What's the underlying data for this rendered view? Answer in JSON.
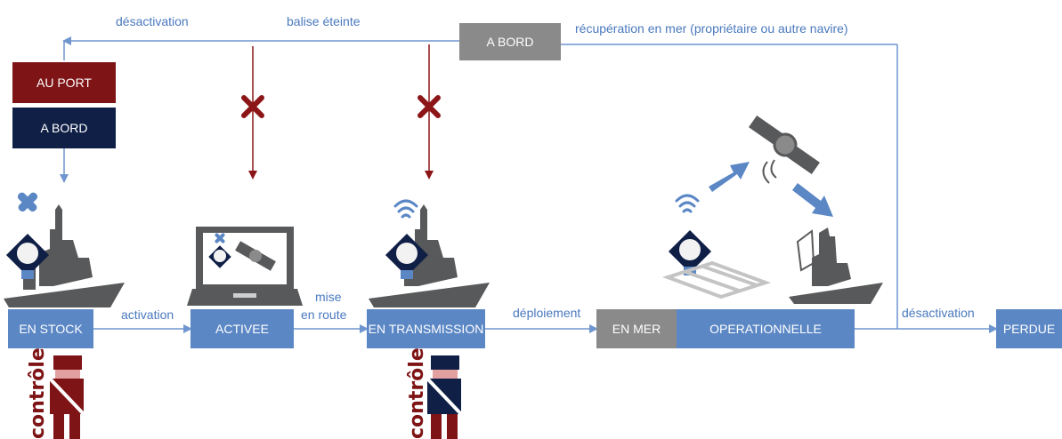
{
  "states": {
    "stock": "EN STOCK",
    "activee": "ACTIVEE",
    "transmission": "EN TRANSMISSION",
    "en_mer": "EN MER",
    "operationnelle": "OPERATIONNELLE",
    "perdue": "PERDUE",
    "au_port": "AU PORT",
    "a_bord_left": "A BORD",
    "a_bord_top": "A BORD"
  },
  "labels": {
    "desactivation_top": "désactivation",
    "balise_eteinte": "balise éteinte",
    "recuperation": "récupération en mer (propriétaire ou autre navire)",
    "activation": "activation",
    "mise": "mise",
    "en_route": "en route",
    "deploiement": "déploiement",
    "desactivation_right": "désactivation"
  },
  "controle": {
    "left": "contrôle",
    "right": "contrôle"
  },
  "colors": {
    "state_blue": "#5b87c5",
    "grey": "#8a8a8a",
    "dark_red": "#7e1416",
    "navy": "#0f1f46",
    "line": "#6f96cf",
    "ship": "#58595b"
  },
  "icons": [
    "ship-icon",
    "beacon-icon",
    "laptop-icon",
    "satellite-icon",
    "signal-icon",
    "cross-icon",
    "raft-icon",
    "guard-icon",
    "arrow-icon"
  ]
}
